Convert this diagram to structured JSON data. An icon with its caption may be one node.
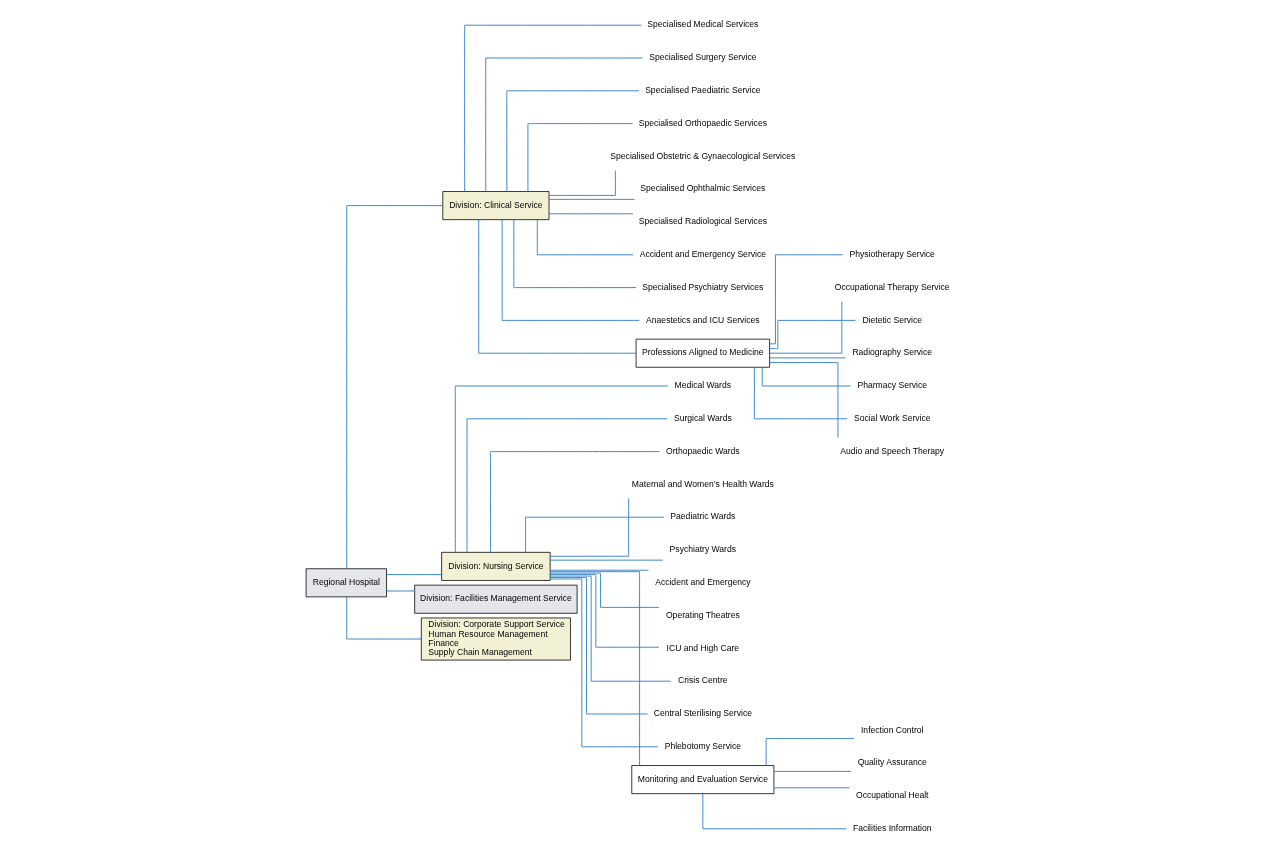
{
  "diagram": {
    "nodes": [
      {
        "text": [
          "Regional Hospital"
        ]
      },
      {
        "text": [
          "Division: Clinical Service"
        ]
      },
      {
        "text": [
          "Division: Nursing Service"
        ]
      },
      {
        "text": [
          "Division: Facilities Management Service"
        ]
      },
      {
        "text": [
          "Division: Corporate Support Service",
          "Human Resource Management",
          "Finance",
          "Supply Chain Management"
        ]
      },
      {
        "text": [
          "Specialised Medical Services"
        ]
      },
      {
        "text": [
          "Specialised Surgery Service"
        ]
      },
      {
        "text": [
          "Specialised Paediatric Service"
        ]
      },
      {
        "text": [
          "Specialised Orthopaedic Services"
        ]
      },
      {
        "text": [
          "Specialised Obstetric & Gynaecological Services"
        ]
      },
      {
        "text": [
          "Specialised Ophthalmic Services"
        ]
      },
      {
        "text": [
          "Specialised Radiological Services"
        ]
      },
      {
        "text": [
          "Accident and Emergency Service"
        ]
      },
      {
        "text": [
          "Specialised Psychiatry Services"
        ]
      },
      {
        "text": [
          "Anaestetics and ICU Services"
        ]
      },
      {
        "text": [
          "Professions Aligned to Medicine"
        ]
      },
      {
        "text": [
          "Physiotherapy Service"
        ]
      },
      {
        "text": [
          "Occupational Therapy Service"
        ]
      },
      {
        "text": [
          "Dietetic Service"
        ]
      },
      {
        "text": [
          "Radiography Service"
        ]
      },
      {
        "text": [
          "Pharmacy Service"
        ]
      },
      {
        "text": [
          "Social Work Service"
        ]
      },
      {
        "text": [
          "Audio and Speech Therapy"
        ]
      },
      {
        "text": [
          "Medical Wards"
        ]
      },
      {
        "text": [
          "Surgical Wards"
        ]
      },
      {
        "text": [
          "Orthopaedic Wards"
        ]
      },
      {
        "text": [
          "Maternal and Women’s Health Wards"
        ]
      },
      {
        "text": [
          "Paediatric Wards"
        ]
      },
      {
        "text": [
          "Psychiatry Wards"
        ]
      },
      {
        "text": [
          "Accident and Emergency"
        ]
      },
      {
        "text": [
          "Operating Theatres"
        ]
      },
      {
        "text": [
          "ICU and High Care"
        ]
      },
      {
        "text": [
          "Crisis Centre"
        ]
      },
      {
        "text": [
          "Central Sterilising Service"
        ]
      },
      {
        "text": [
          "Phlebotomy Service"
        ]
      },
      {
        "text": [
          "Monitoring and Evaluation Service"
        ]
      },
      {
        "text": [
          "Infection Control"
        ]
      },
      {
        "text": [
          "Quality Assurance"
        ]
      },
      {
        "text": [
          "Occupational Healt"
        ]
      },
      {
        "text": [
          "Facilities Information"
        ]
      }
    ],
    "edges": [
      {
        "from": 0,
        "to": 1,
        "arrow": "none"
      },
      {
        "from": 0,
        "to": 2,
        "arrow": "none"
      },
      {
        "from": 0,
        "to": 3,
        "arrow": "none"
      },
      {
        "from": 0,
        "to": 4,
        "arrow": "none"
      },
      {
        "from": 1,
        "to": 5,
        "arrow": "none"
      },
      {
        "from": 1,
        "to": 6,
        "arrow": "none"
      },
      {
        "from": 1,
        "to": 7,
        "arrow": "none"
      },
      {
        "from": 1,
        "to": 8,
        "arrow": "none"
      },
      {
        "from": 1,
        "to": 9,
        "arrow": "none"
      },
      {
        "from": 1,
        "to": 10,
        "arrow": "none"
      },
      {
        "from": 1,
        "to": 11,
        "arrow": "none"
      },
      {
        "from": 1,
        "to": 12,
        "arrow": "none"
      },
      {
        "from": 1,
        "to": 13,
        "arrow": "none"
      },
      {
        "from": 1,
        "to": 14,
        "arrow": "none"
      },
      {
        "from": 1,
        "to": 15,
        "arrow": "none"
      },
      {
        "from": 15,
        "to": 16,
        "arrow": "none"
      },
      {
        "from": 15,
        "to": 17,
        "arrow": "none"
      },
      {
        "from": 15,
        "to": 18,
        "arrow": "none"
      },
      {
        "from": 15,
        "to": 19,
        "arrow": "none"
      },
      {
        "from": 15,
        "to": 20,
        "arrow": "none"
      },
      {
        "from": 15,
        "to": 21,
        "arrow": "none"
      },
      {
        "from": 15,
        "to": 22,
        "arrow": "none"
      },
      {
        "from": 2,
        "to": 23,
        "arrow": "none"
      },
      {
        "from": 2,
        "to": 24,
        "arrow": "none"
      },
      {
        "from": 2,
        "to": 25,
        "arrow": "none"
      },
      {
        "from": 2,
        "to": 26,
        "arrow": "none"
      },
      {
        "from": 2,
        "to": 27,
        "arrow": "none"
      },
      {
        "from": 2,
        "to": 28,
        "arrow": "none"
      },
      {
        "from": 2,
        "to": 29,
        "arrow": "none"
      },
      {
        "from": 2,
        "to": 30,
        "arrow": "none"
      },
      {
        "from": 2,
        "to": 31,
        "arrow": "none"
      },
      {
        "from": 2,
        "to": 32,
        "arrow": "none"
      },
      {
        "from": 2,
        "to": 33,
        "arrow": "none"
      },
      {
        "from": 2,
        "to": 34,
        "arrow": "none"
      },
      {
        "from": 2,
        "to": 35,
        "arrow": "none"
      },
      {
        "from": 35,
        "to": 36,
        "arrow": "none"
      },
      {
        "from": 35,
        "to": 37,
        "arrow": "none"
      },
      {
        "from": 35,
        "to": 38,
        "arrow": "none"
      },
      {
        "from": 35,
        "to": 39,
        "arrow": "none"
      }
    ]
  }
}
